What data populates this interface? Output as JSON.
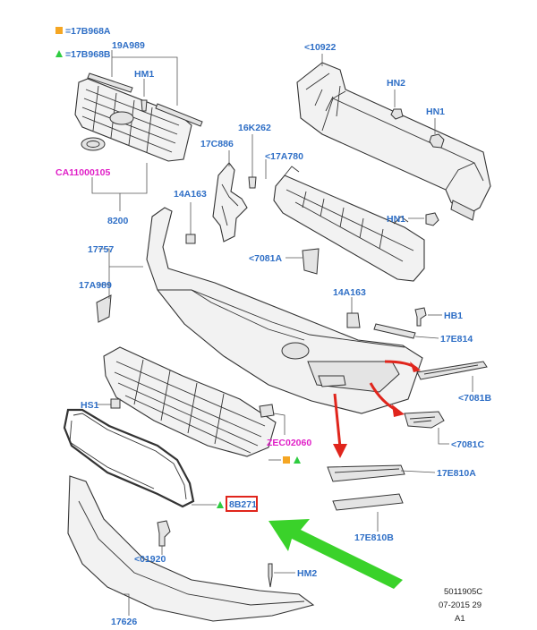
{
  "legend": [
    {
      "symbol": "orange-square",
      "text": "=17B968A"
    },
    {
      "symbol": "green-triangle",
      "text": "=17B968B"
    }
  ],
  "labels": {
    "l19A989": "19A989",
    "lHM1": "HM1",
    "l10922": "<10922",
    "lHN2": "HN2",
    "lHN1a": "HN1",
    "l16K262": "16K262",
    "l17C886": "17C886",
    "l17A780": "<17A780",
    "lCA": "CA11000105",
    "l14A163a": "14A163",
    "l8200": "8200",
    "lHN1b": "HN1",
    "l17757": "17757",
    "l7081A": "<7081A",
    "l17A989": "17A989",
    "l14A163b": "14A163",
    "lHB1": "HB1",
    "l17E814": "17E814",
    "l7081B": "<7081B",
    "lHS1": "HS1",
    "lZEC": "ZEC02060",
    "l7081C": "<7081C",
    "l17E810A": "17E810A",
    "l8B271": "8B271",
    "l17E810B": "17E810B",
    "l01920": "<01920",
    "lHM2": "HM2",
    "l17626": "17626"
  },
  "footer": {
    "line1": "5011905C",
    "line2": "07-2015 29",
    "line3": "A1"
  },
  "colors": {
    "label_blue": "#2f6fc6",
    "label_magenta": "#e01fc7",
    "arrow_red": "#e0251c",
    "arrow_green": "#3ad22a",
    "legend_orange": "#f5a623",
    "legend_green": "#2ecc40",
    "highlight_red": "#e0251c"
  }
}
